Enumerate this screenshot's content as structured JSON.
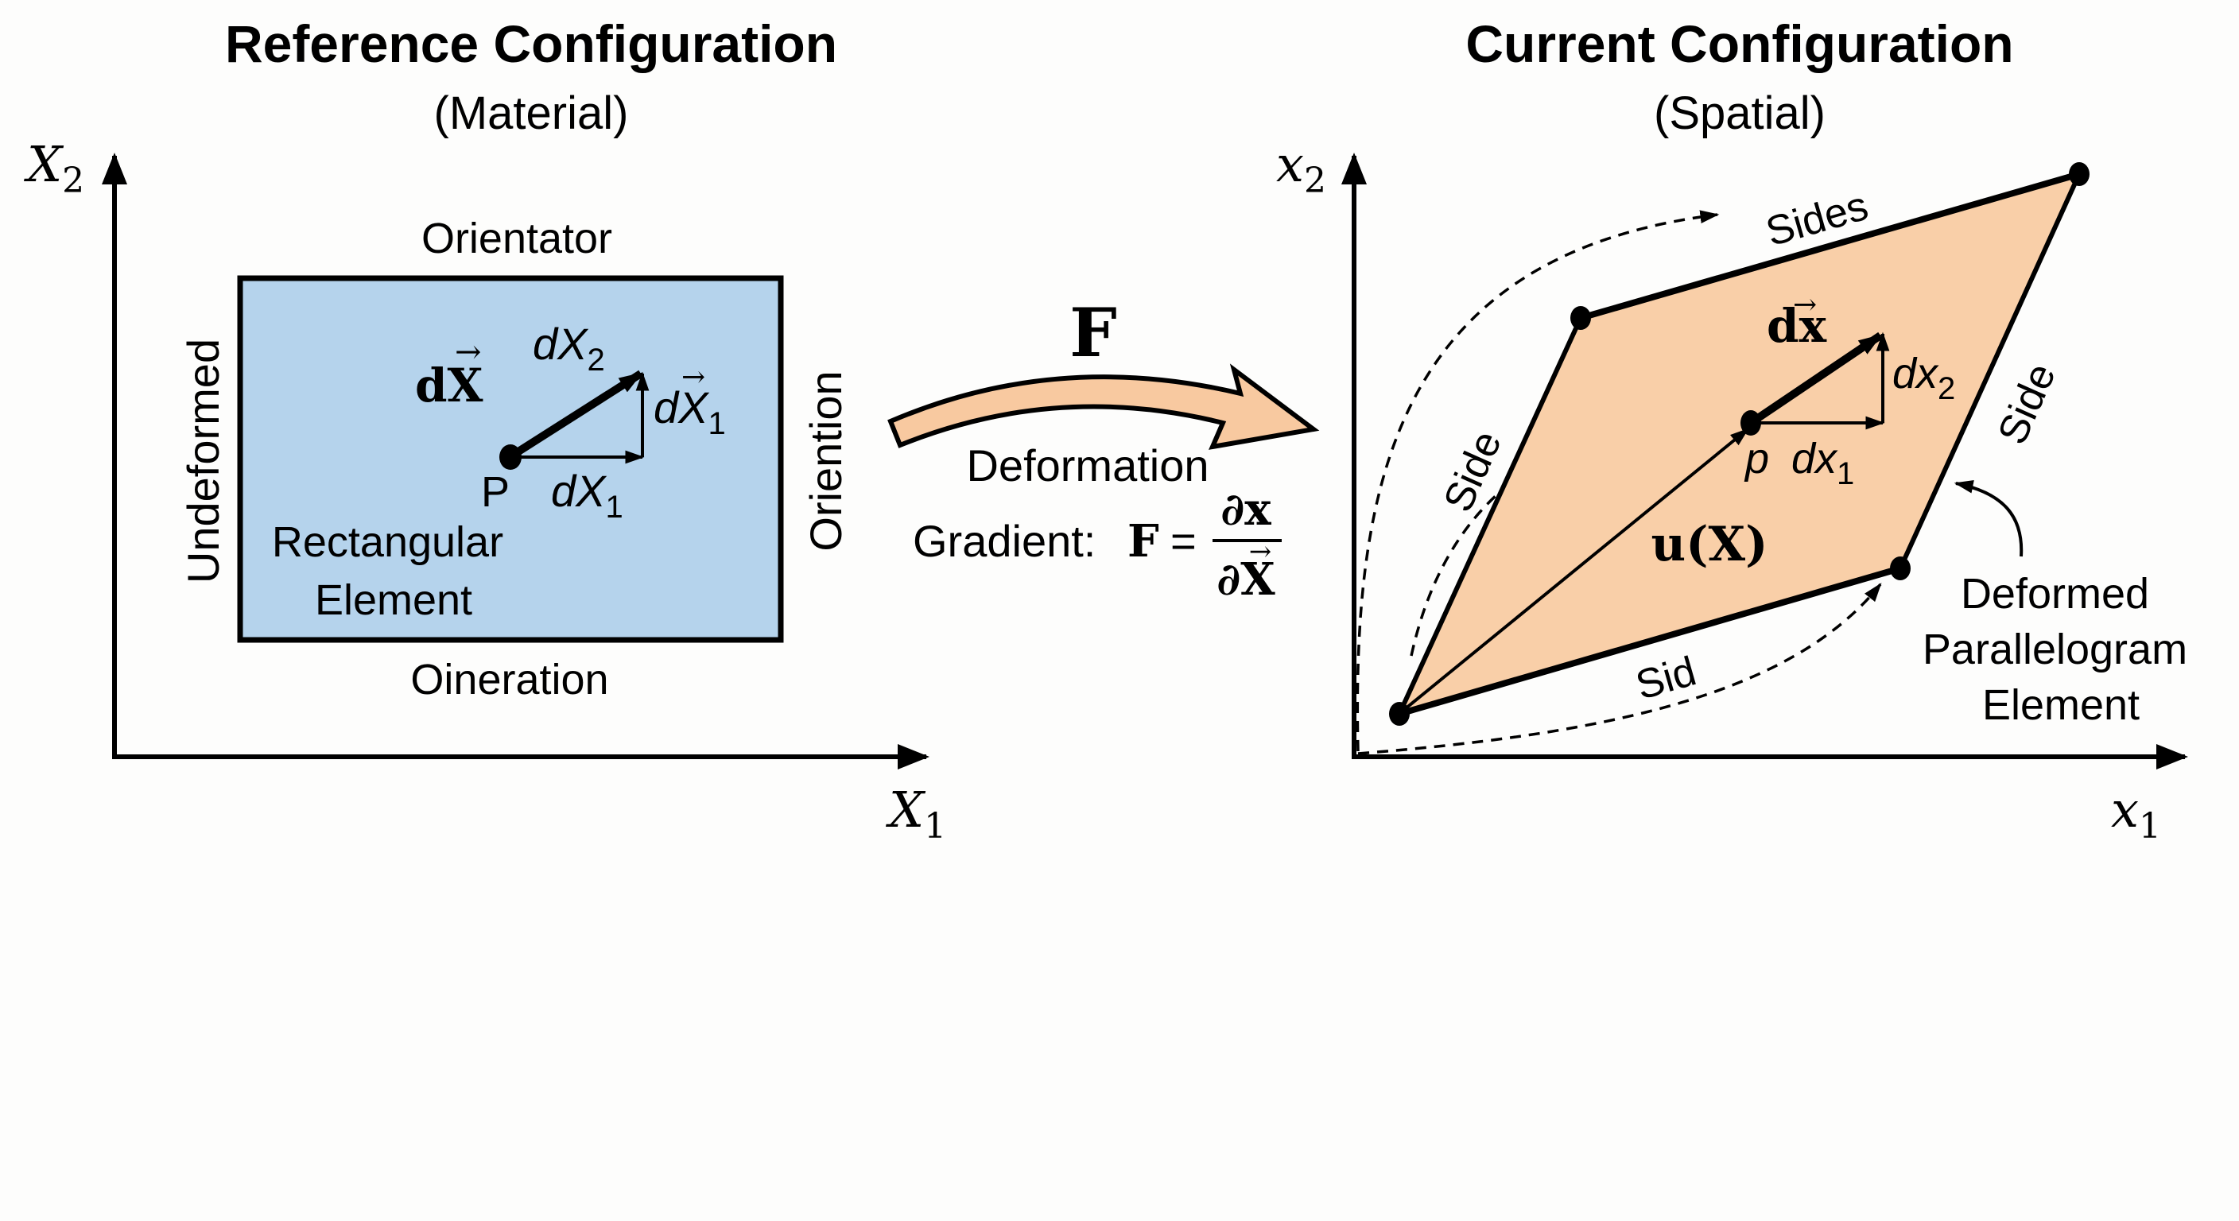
{
  "left_panel": {
    "title": "Reference Configuration",
    "subtitle": "(Material)",
    "axis_y_label": "X",
    "axis_y_sub": "2",
    "axis_x_label": "X",
    "axis_x_sub": "1",
    "top_label": "Orientator",
    "bottom_label": "Oineration",
    "left_label": "Undeformed",
    "right_label": "Oriention",
    "element_label_line1": "Rectangular",
    "element_label_line2": "Element",
    "point_label": "P",
    "vector_label": "dX",
    "vector_arrow": "→",
    "comp1_label": "dX",
    "comp1_sub": "1",
    "comp2_label": "dX",
    "comp2_sub": "2",
    "comp_vec_label": "dX",
    "comp_vec_sub": "1",
    "fill_color": "#b5d3ec"
  },
  "transform": {
    "symbol": "F",
    "label_line1": "Deformation",
    "label_line2": "Gradient:",
    "eq_lhs": "F",
    "eq_sign": "=",
    "numerator": "∂x",
    "denominator": "∂X",
    "arrow_color": "#f8c9a0"
  },
  "right_panel": {
    "title": "Current Configuration",
    "subtitle": "(Spatial)",
    "axis_y_label": "x",
    "axis_y_sub": "2",
    "axis_x_label": "x",
    "axis_x_sub": "1",
    "top_side_label": "Sides",
    "left_side_label": "Side",
    "right_side_label": "Side",
    "bottom_side_label": "Sid",
    "point_label": "p",
    "vector_label": "dx",
    "comp1_label": "dx",
    "comp1_sub": "1",
    "comp2_label": "dx",
    "comp2_sub": "2",
    "displacement_label": "u(X)",
    "element_label_line1": "Deformed",
    "element_label_line2": "Parallelogram",
    "element_label_line3": "Element",
    "fill_color": "#f9cfa8"
  }
}
